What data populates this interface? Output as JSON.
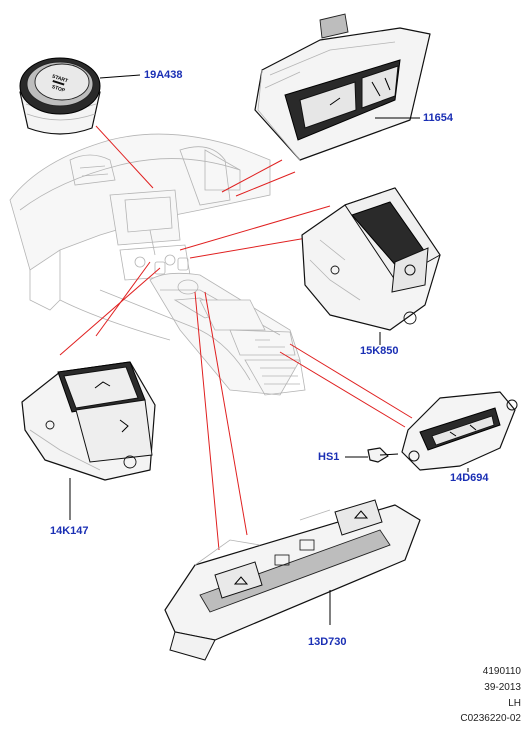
{
  "callouts": {
    "start_stop_switch": "19A438",
    "switch_pack_11654": "11654",
    "switch_15k850": "15K850",
    "switch_14k147": "14K147",
    "screw_hs1": "HS1",
    "switch_14d694": "14D694",
    "switch_pack_13d730": "13D730"
  },
  "footer": {
    "doc_number": "4190110",
    "date_code": "39-2013",
    "hand": "LH",
    "figure_id": "C0236220-02"
  },
  "colors": {
    "callout_text": "#1a2fb4",
    "leader_red": "#e02020",
    "line_art": "#111111",
    "ghost_line": "#b4b4b4"
  },
  "icons": {
    "start_stop_button_face": "start-stop-button",
    "electric_parking_brake": "parking-brake-icon",
    "hill_descent": "hill-descent-icon",
    "seat_heater": "seat-heater-icon"
  },
  "switch_labels": {
    "start_label": "START",
    "stop_label": "STOP"
  }
}
